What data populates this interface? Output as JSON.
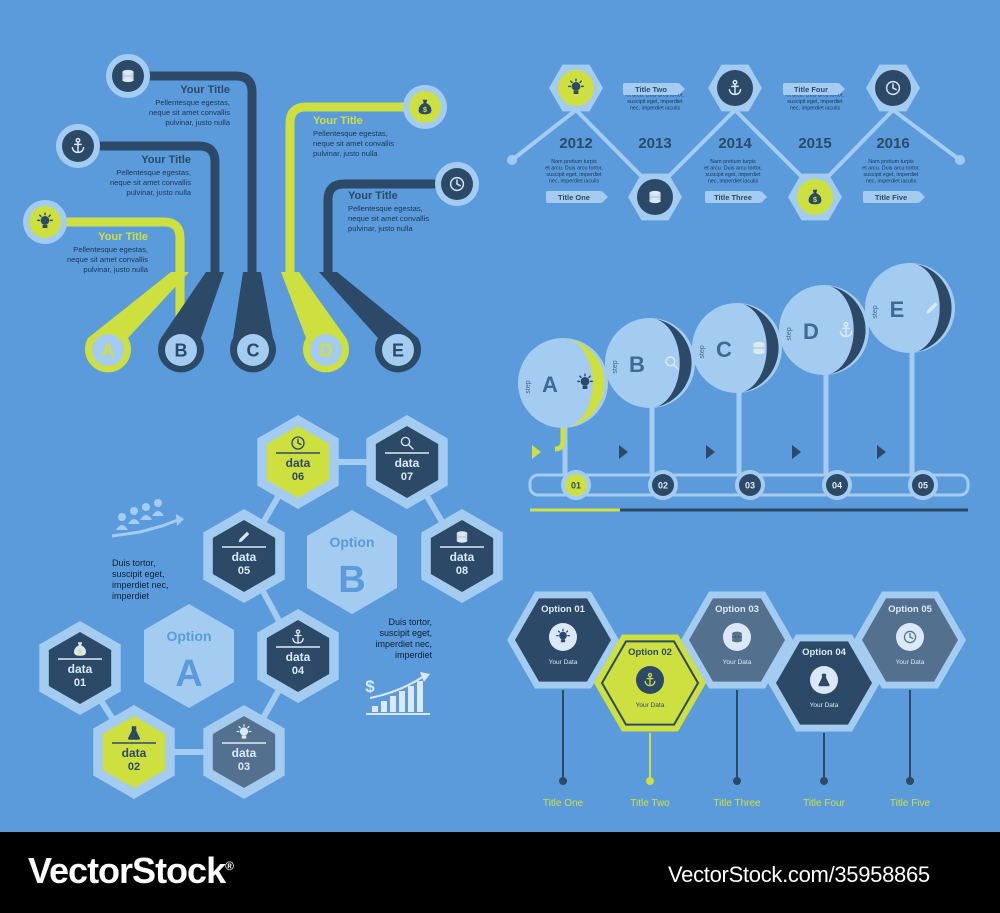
{
  "colors": {
    "background": "#5b9bdc",
    "navy": "#2c4a68",
    "dark": "#1e3a56",
    "lime": "#cde040",
    "light": "#a4ccf0",
    "mid": "#3f6a93",
    "grey": "#54708f"
  },
  "tree": {
    "items": [
      {
        "letter": "A",
        "title": "Your Title",
        "body": [
          "Pellentesque egestas,",
          "neque sit amet convallis",
          "pulvinar, justo nulla"
        ],
        "icon": "lightbulb-icon"
      },
      {
        "letter": "B",
        "title": "Your Title",
        "body": [
          "Pellentesque egestas,",
          "neque sit amet convallis",
          "pulvinar, justo nulla"
        ],
        "icon": "anchor-icon"
      },
      {
        "letter": "C",
        "title": "Your Title",
        "body": [
          "Pellentesque egestas,",
          "neque sit amet convallis",
          "pulvinar, justo nulla"
        ],
        "icon": "database-icon"
      },
      {
        "letter": "D",
        "title": "Your Title",
        "body": [
          "Pellentesque egestas,",
          "neque sit amet convallis",
          "pulvinar, justo nulla"
        ],
        "icon": "money-bag-icon"
      },
      {
        "letter": "E",
        "title": "Your Title",
        "body": [
          "Pellentesque egestas,",
          "neque sit amet convallis",
          "pulvinar, justo nulla"
        ],
        "icon": "clock-icon"
      }
    ]
  },
  "timeline": {
    "years": [
      "2012",
      "2013",
      "2014",
      "2015",
      "2016"
    ],
    "titles": [
      "Title One",
      "Title Two",
      "Title Three",
      "Title Four",
      "Title Five"
    ],
    "body": [
      "Nam pretium turpis",
      "et arcu. Duis arcu tortor,",
      "suscipit eget, imperdiet",
      "nec, imperdiet iaculis"
    ]
  },
  "steps": {
    "word": "step",
    "letters": [
      "A",
      "B",
      "C",
      "D",
      "E"
    ],
    "numbers": [
      "01",
      "02",
      "03",
      "04",
      "05"
    ],
    "icons": [
      "lightbulb-icon",
      "magnifier-icon",
      "database-icon",
      "anchor-icon",
      "pencil-icon"
    ]
  },
  "hexnet": {
    "data_word": "data",
    "nums": [
      "01",
      "02",
      "03",
      "04",
      "05",
      "06",
      "07",
      "08"
    ],
    "option_word": "Option",
    "option_letters": [
      "A",
      "B"
    ],
    "note1": [
      "Duis tortor,",
      "suscipit eget,",
      "imperdiet nec,",
      "imperdiet"
    ],
    "note2": [
      "Duis tortor,",
      "suscipit eget,",
      "imperdiet nec,",
      "imperdiet"
    ],
    "icons": [
      "money-bag-icon",
      "flask-icon",
      "lightbulb-icon",
      "anchor-icon",
      "pencil-icon",
      "clock-icon",
      "magnifier-icon",
      "database-icon"
    ]
  },
  "options": {
    "labels": [
      "Option 01",
      "Option 02",
      "Option 03",
      "Option 04",
      "Option 05"
    ],
    "sub": "Your Data",
    "titles": [
      "Title One",
      "Title Two",
      "Title Three",
      "Title Four",
      "Title Five"
    ],
    "icons": [
      "lightbulb-icon",
      "anchor-icon",
      "database-icon",
      "flask-icon",
      "clock-icon"
    ]
  },
  "footer": {
    "brand": "VectorStock",
    "registered": "®",
    "url": "VectorStock.com/35958865"
  }
}
